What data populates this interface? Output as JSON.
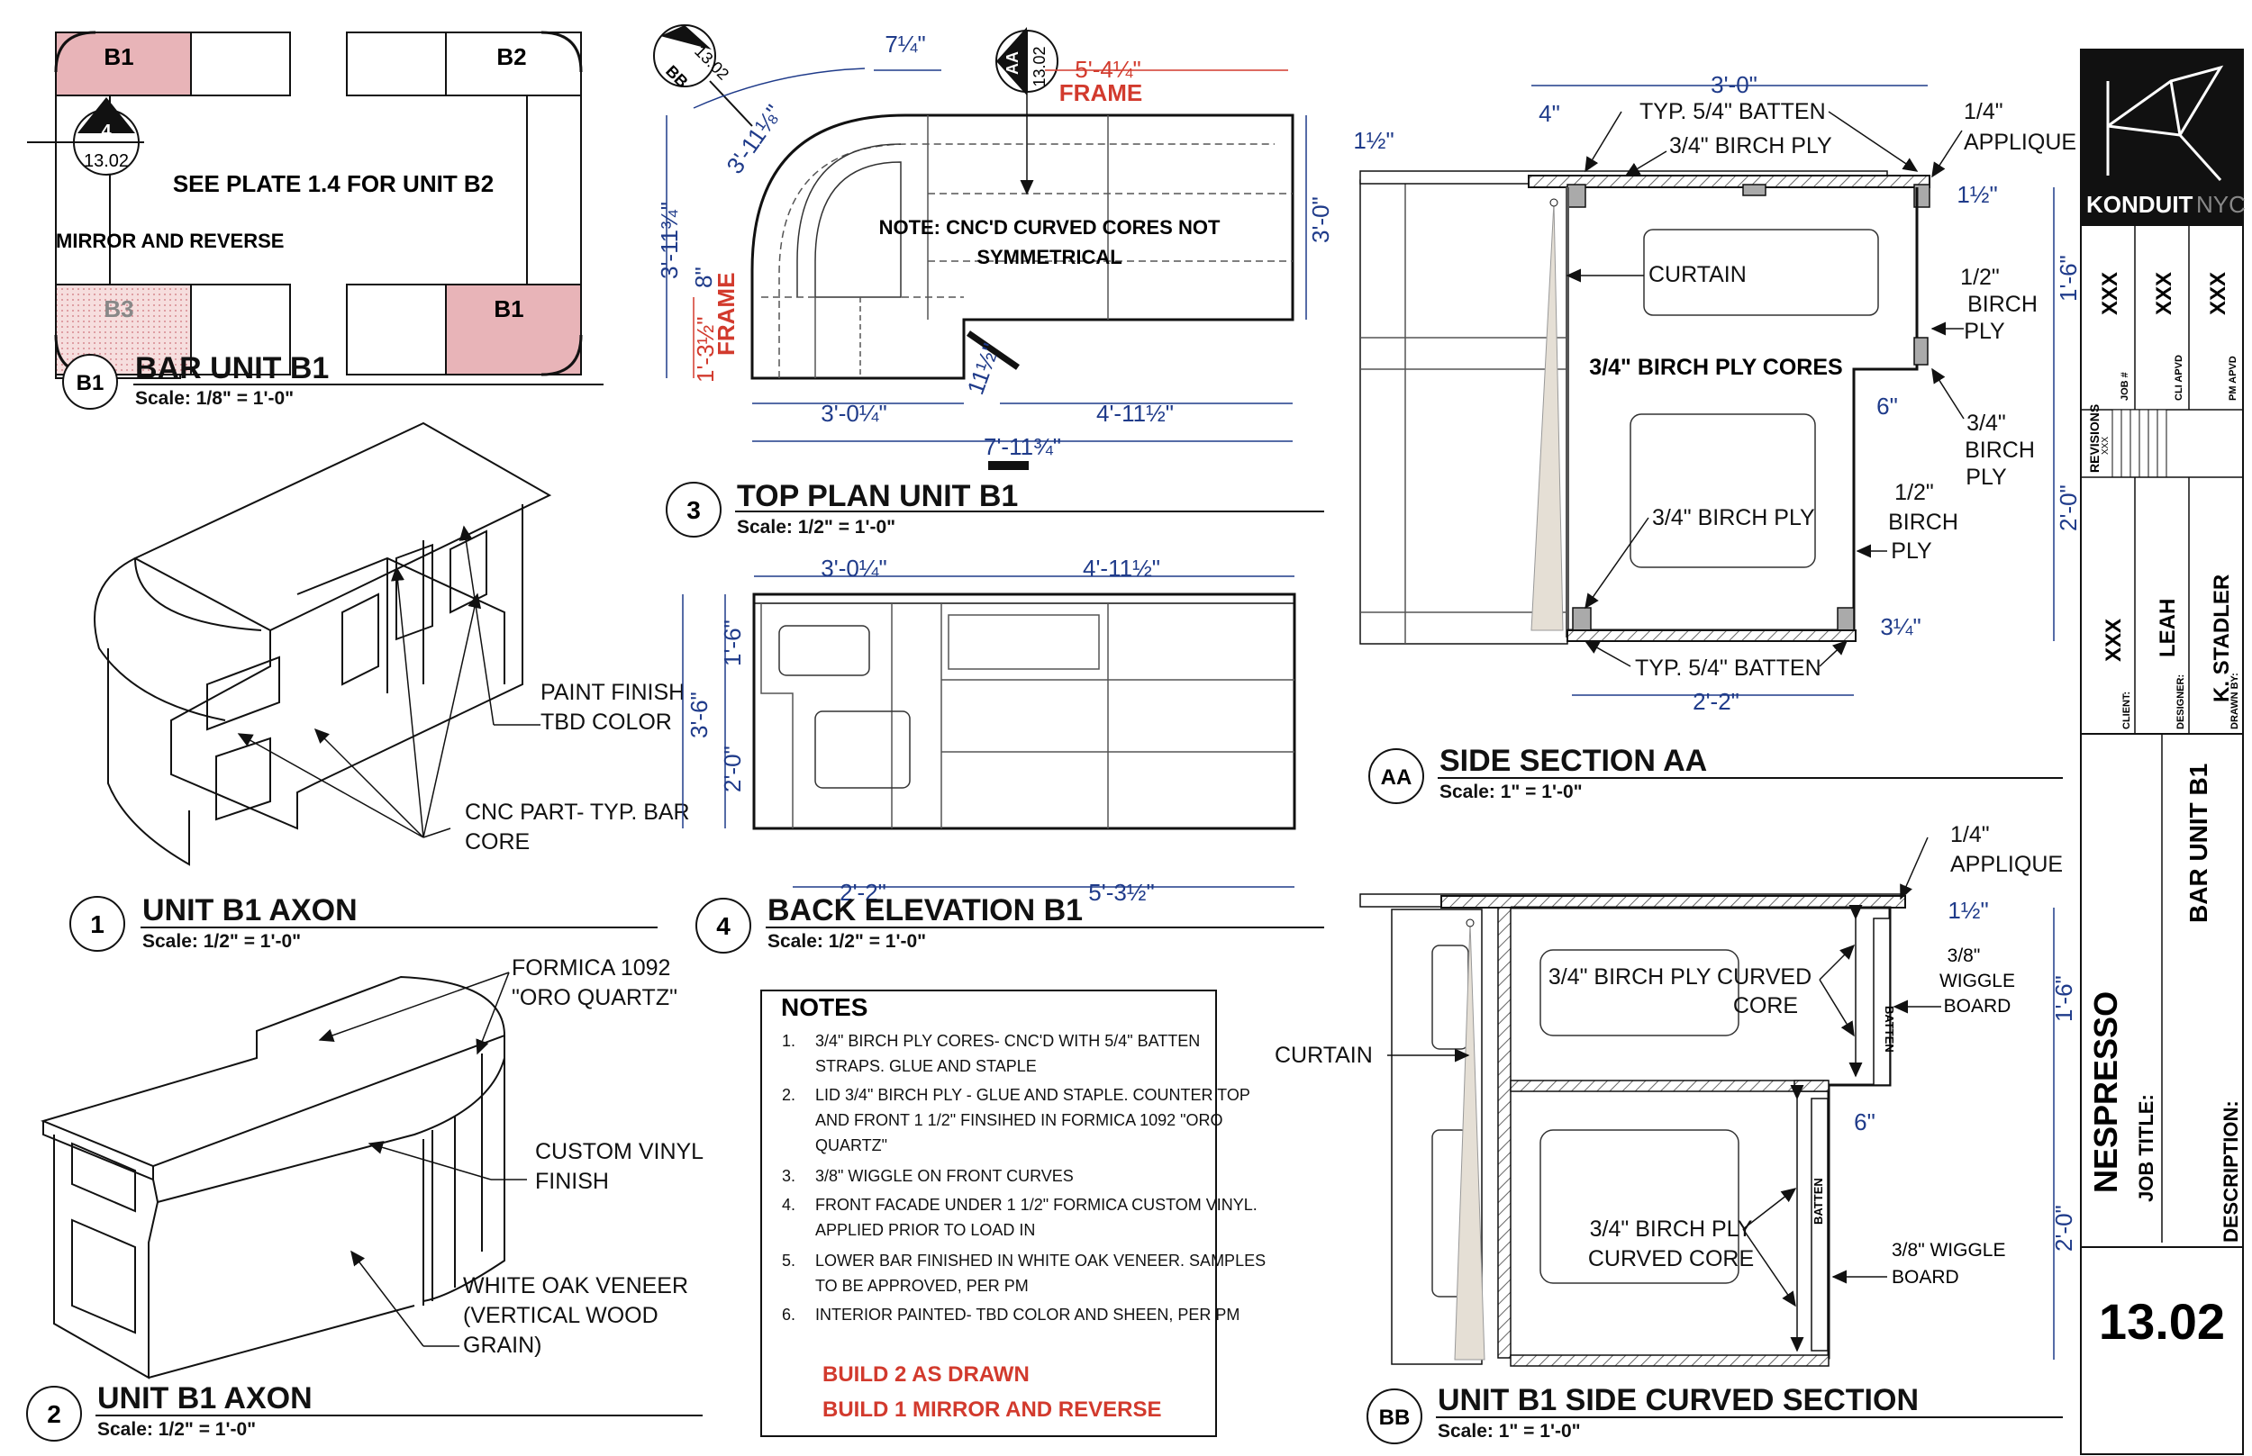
{
  "plan_key": {
    "title": "BAR UNIT B1",
    "scale": "Scale: 1/8\" = 1'-0\"",
    "bubble": "B1",
    "tags": [
      "B1",
      "B2",
      "B3",
      "B1"
    ],
    "section_ref_top": "4",
    "section_ref_bottom": "13.02",
    "note_main": "SEE PLATE 1.4 FOR UNIT B2",
    "note_mirror": "MIRROR AND REVERSE"
  },
  "view1": {
    "number": "1",
    "title": "UNIT B1 AXON",
    "scale": "Scale: 1/2\" = 1'-0\"",
    "callouts": [
      "PAINT FINISH",
      "TBD COLOR",
      "CNC PART- TYP. BAR",
      "CORE"
    ]
  },
  "view2": {
    "number": "2",
    "title": "UNIT B1 AXON",
    "scale": "Scale: 1/2\" = 1'-0\"",
    "callouts": [
      "FORMICA 1092",
      "\"ORO QUARTZ\"",
      "CUSTOM VINYL",
      "FINISH",
      "WHITE OAK VENEER",
      "(VERTICAL WOOD",
      "GRAIN)"
    ]
  },
  "view3": {
    "number": "3",
    "title": "TOP PLAN UNIT B1",
    "scale": "Scale: 1/2\" = 1'-0\"",
    "section_bb": [
      "13.02",
      "BB"
    ],
    "section_aa": [
      "AA",
      "13.02"
    ],
    "note": [
      "NOTE: CNC'D CURVED CORES NOT",
      "SYMMETRICAL"
    ],
    "dims": {
      "top_small": "7¼\"",
      "frame_width": "5'-4¼\"",
      "frame_label": "FRAME",
      "radius": "3'-11⅛\"",
      "left_depth": "3'-11¾\"",
      "left_8": "8\"",
      "frame_depth": "1'-3½\"",
      "frame_depth_label": "FRAME",
      "right_depth": "3'-0\"",
      "bottom_left": "3'-0¼\"",
      "bottom_right": "4'-11½\"",
      "overall": "7'-11¾\"",
      "notch": "11½\""
    }
  },
  "view4": {
    "number": "4",
    "title": "BACK ELEVATION B1",
    "scale": "Scale: 1/2\" = 1'-0\"",
    "dims": {
      "top_left": "3'-0¼\"",
      "top_right": "4'-11½\"",
      "left_overall": "3'-6\"",
      "left_upper": "1'-6\"",
      "left_lower": "2'-0\"",
      "bottom_left": "2'-2\"",
      "bottom_right": "5'-3½\""
    }
  },
  "section_aa": {
    "bubble": "AA",
    "title": "SIDE SECTION AA",
    "scale": "Scale: 1\" = 1'-0\"",
    "labels": {
      "top_width": "3'-0\"",
      "dim_4": "4\"",
      "dim_1half_left": "1½\"",
      "dim_1half_right": "1½\"",
      "typ_batten_top": "TYP. 5/4\" BATTEN",
      "birch_top": "3/4\" BIRCH PLY",
      "applique_1": "1/4\"",
      "applique_2": "APPLIQUE",
      "curtain": "CURTAIN",
      "cores": "3/4\" BIRCH PLY CORES",
      "birch_inner": "3/4\" BIRCH PLY",
      "half_birch_1": [
        "1/2\"",
        "BIRCH",
        "PLY"
      ],
      "three_q_birch": [
        "3/4\"",
        "BIRCH",
        "PLY"
      ],
      "half_birch_2": [
        "1/2\"",
        "BIRCH",
        "PLY"
      ],
      "dim_6": "6\"",
      "dim_1_6": "1'-6\"",
      "dim_2_0": "2'-0\"",
      "dim_3_quarter": "3¼\"",
      "typ_batten_bottom": "TYP. 5/4\" BATTEN",
      "bottom_width": "2'-2\""
    }
  },
  "section_bb": {
    "bubble": "BB",
    "title": "UNIT B1 SIDE CURVED SECTION",
    "scale": "Scale: 1\" = 1'-0\"",
    "labels": {
      "applique_1": "1/4\"",
      "applique_2": "APPLIQUE",
      "dim_1half": "1½\"",
      "core_top": [
        "3/4\" BIRCH PLY CURVED",
        "CORE"
      ],
      "curtain": "CURTAIN",
      "wiggle_top": [
        "3/8\"",
        "WIGGLE",
        "BOARD"
      ],
      "dim_1_6": "1'-6\"",
      "dim_6": "6\"",
      "core_bottom": [
        "3/4\" BIRCH PLY",
        "CURVED CORE"
      ],
      "wiggle_bottom": [
        "3/8\" WIGGLE",
        "BOARD"
      ],
      "dim_2_0": "2'-0\"",
      "batten": "BATTEN"
    }
  },
  "notes": {
    "heading": "NOTES",
    "items": [
      [
        "1.",
        "3/4\" BIRCH PLY CORES- CNC'D WITH 5/4\" BATTEN",
        "STRAPS.  GLUE AND STAPLE"
      ],
      [
        "2.",
        "LID 3/4\" BIRCH PLY - GLUE AND STAPLE.  COUNTER TOP",
        "AND FRONT 1 1/2\" FINSIHED IN FORMICA 1092 \"ORO",
        "QUARTZ\""
      ],
      [
        "3.",
        "3/8\" WIGGLE ON FRONT CURVES"
      ],
      [
        "4.",
        "FRONT FACADE UNDER 1 1/2\" FORMICA CUSTOM VINYL.",
        "APPLIED PRIOR TO LOAD IN"
      ],
      [
        "5.",
        "LOWER BAR FINISHED IN WHITE OAK VENEER.  SAMPLES",
        "TO BE APPROVED, PER PM"
      ],
      [
        "6.",
        "INTERIOR PAINTED- TBD COLOR AND SHEEN, PER PM"
      ]
    ],
    "build_1": "BUILD 2 AS DRAWN",
    "build_2": "BUILD 1 MIRROR AND REVERSE"
  },
  "title_block": {
    "brand_1": "KONDUIT",
    "brand_2": "NYC",
    "job_no_label": "JOB #",
    "job_no": "XXX",
    "cli_label": "CLI APVD",
    "cli": "XXX",
    "pm_label": "PM APVD",
    "pm": "XXX",
    "revisions_label": "REVISIONS",
    "revisions_value": "XXX",
    "client_label": "CLIENT:",
    "client": "XXX",
    "designer_label": "DESIGNER:",
    "designer": "LEAH",
    "drawn_label": "DRAWN BY:",
    "drawn": "K. STADLER",
    "description": "BAR UNIT B1",
    "description_label": "DESCRIPTION:",
    "job_title": "NESPRESSO",
    "job_title_label": "JOB TITLE:",
    "sheet": "13.02"
  },
  "colors": {
    "dimension": "#1f3b8a",
    "red": "#d23a2d",
    "highlight": "#e8b4b8",
    "black": "#111111"
  }
}
